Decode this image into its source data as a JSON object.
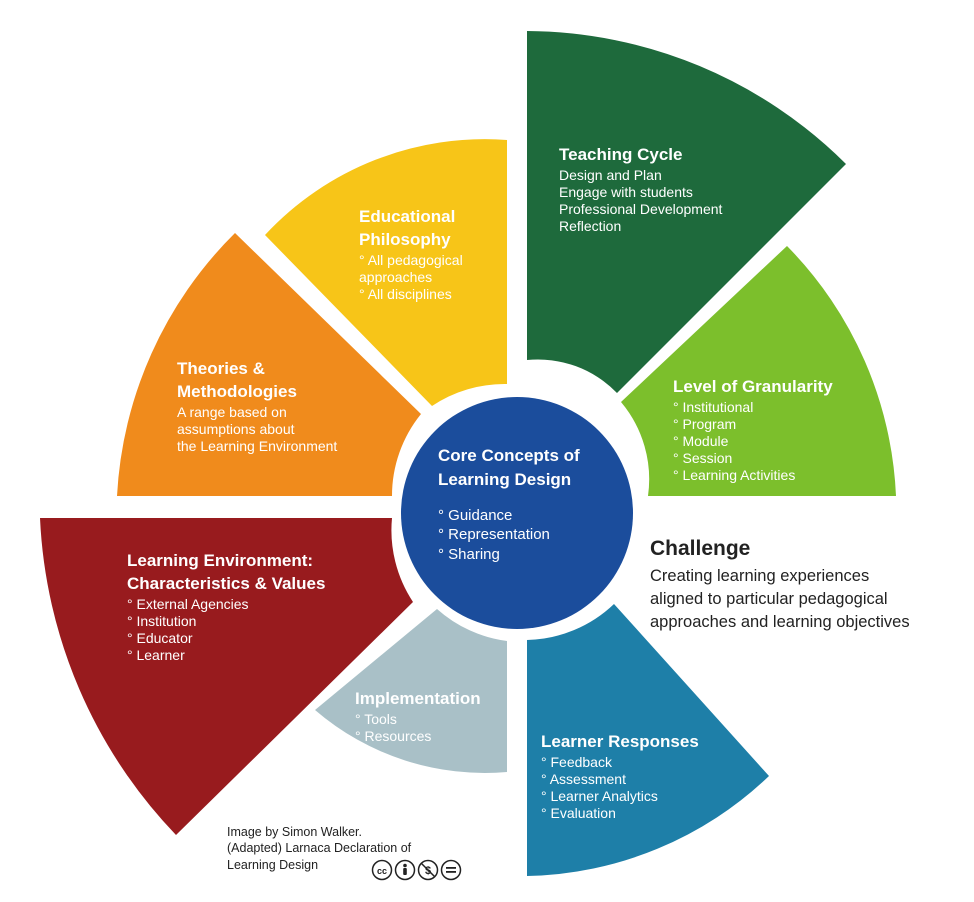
{
  "colors": {
    "teaching_cycle": "#1e6a3c",
    "level_of_granularity": "#7cbf2c",
    "learner_responses": "#1e7fa8",
    "implementation": "#a9c0c7",
    "learning_environment": "#981b1e",
    "theories": "#f08b1c",
    "educational_philosophy": "#f7c518",
    "core": "#1b4d9c",
    "segment_text": "#ffffff",
    "challenge_text": "#222222"
  },
  "segments": {
    "teaching_cycle": {
      "title": "Teaching Cycle",
      "items": [
        "Design and Plan",
        "Engage with  students",
        "Professional Development",
        "Reflection"
      ]
    },
    "level_of_granularity": {
      "title": "Level of Granularity",
      "items": [
        "° Institutional",
        "° Program",
        "° Module",
        "° Session",
        "° Learning Activities"
      ]
    },
    "learner_responses": {
      "title": "Learner Responses",
      "items": [
        "° Feedback",
        "° Assessment",
        "° Learner Analytics",
        "° Evaluation"
      ]
    },
    "implementation": {
      "title": "Implementation",
      "items": [
        "° Tools",
        "° Resources"
      ]
    },
    "learning_environment": {
      "title": "Learning Environment:\n Characteristics & Values",
      "items": [
        "° External Agencies",
        "° Institution",
        "° Educator",
        "° Learner"
      ]
    },
    "theories": {
      "title": "Theories &\nMethodologies",
      "items": [
        "A range based on",
        "assumptions about",
        "the Learning Environment"
      ]
    },
    "educational_philosophy": {
      "title": "Educational\nPhilosophy",
      "items": [
        "° All pedagogical\n  approaches",
        "° All disciplines"
      ]
    }
  },
  "core": {
    "title": "Core Concepts of\nLearning Design",
    "items": [
      "° Guidance",
      "° Representation",
      "° Sharing"
    ]
  },
  "challenge": {
    "title": "Challenge",
    "body": "Creating learning experiences\naligned to particular pedagogical\napproaches and learning objectives"
  },
  "credit": {
    "text": "Image by Simon Walker.\n(Adapted) Larnaca Declaration of\nLearning Design",
    "license_icons": [
      "cc-icon",
      "by-icon",
      "nc-icon",
      "nd-icon"
    ]
  }
}
